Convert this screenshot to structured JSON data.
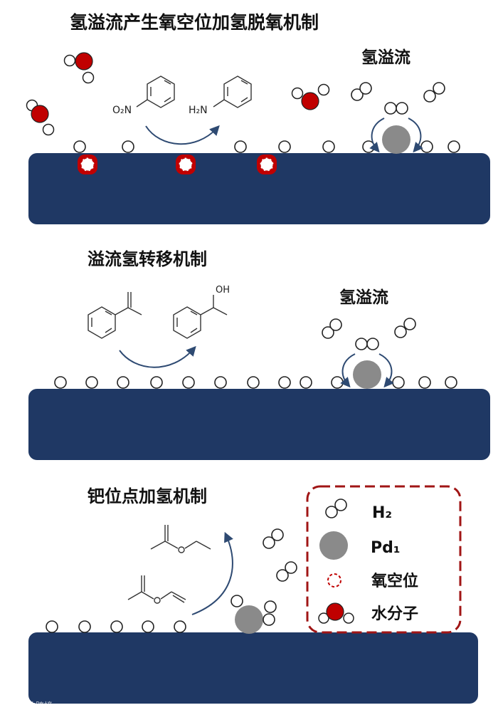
{
  "titles": {
    "panel1": "氢溢流产生氧空位加氢脱氧机制",
    "panel2": "溢流氢转移机制",
    "panel3": "钯位点加氢机制"
  },
  "spillover_label": "氢溢流",
  "chem": {
    "nitro_group": "O₂N",
    "amine_group": "H₂N",
    "hydroxyl": "OH"
  },
  "legend": {
    "h2": "H₂",
    "pd1": "Pd₁",
    "oxygen_vacancy": "氧空位",
    "water": "水分子"
  },
  "watermark": "大数跨境",
  "colors": {
    "support": "#1f3864",
    "pd_atom": "#8a8a8a",
    "water_oxygen": "#c00000",
    "vacancy_border": "#c00000",
    "legend_border": "#a01515",
    "arrow": "#2e4a72"
  }
}
